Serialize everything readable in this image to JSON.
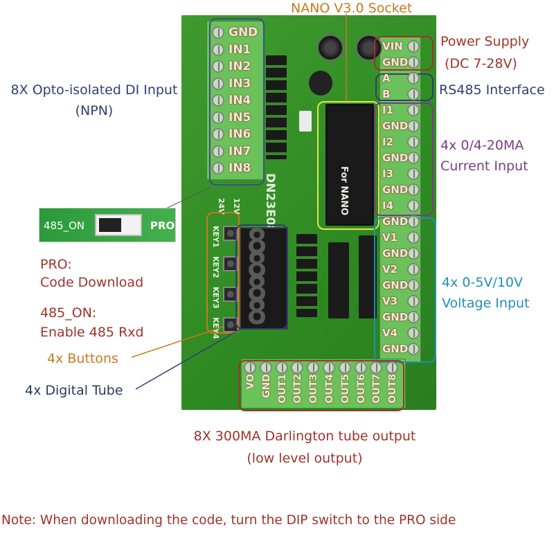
{
  "labels": {
    "nano_socket": "NANO V3.0 Socket",
    "power_supply": "Power Supply",
    "power_range": "(DC 7-28V)",
    "rs485": "RS485 Interface",
    "current_input_1": "4x 0/4-20MA",
    "current_input_2": "Current Input",
    "voltage_input_1": "4x 0-5V/10V",
    "voltage_input_2": "Voltage Input",
    "di_input_1": "8X Opto-isolated DI Input",
    "di_input_2": "(NPN)",
    "pro_1": "PRO:",
    "pro_2": "Code Download",
    "on_1": "485_ON:",
    "on_2": "Enable 485 Rxd",
    "buttons": "4x Buttons",
    "digital_tube": "4x Digital Tube",
    "output_1": "8X 300MA Darlington tube output",
    "output_2": "(low level output)",
    "note": "Note: When downloading the code, turn the DIP switch to the PRO side"
  },
  "switch": {
    "left": "485_ON",
    "right": "PRO"
  },
  "board": {
    "model": "DN23E08",
    "nano": "For NANO",
    "left_pins": [
      "GND",
      "IN1",
      "IN2",
      "IN3",
      "IN4",
      "IN5",
      "IN6",
      "IN7",
      "IN8"
    ],
    "right_pins": [
      "VIN",
      "GND",
      "A",
      "B",
      "I1",
      "GND",
      "I2",
      "GND",
      "I3",
      "GND",
      "I4",
      "GND",
      "V1",
      "GND",
      "V2",
      "GND",
      "V3",
      "GND",
      "V4",
      "GND"
    ],
    "bottom_pins": [
      "VO",
      "GND",
      "OUT1",
      "OUT2",
      "OUT3",
      "OUT4",
      "OUT5",
      "OUT6",
      "OUT7",
      "OUT8"
    ],
    "keys": [
      "KEY1",
      "KEY2",
      "KEY3",
      "KEY4"
    ],
    "display": "8888",
    "supply_options": [
      "24V",
      "12V"
    ]
  }
}
